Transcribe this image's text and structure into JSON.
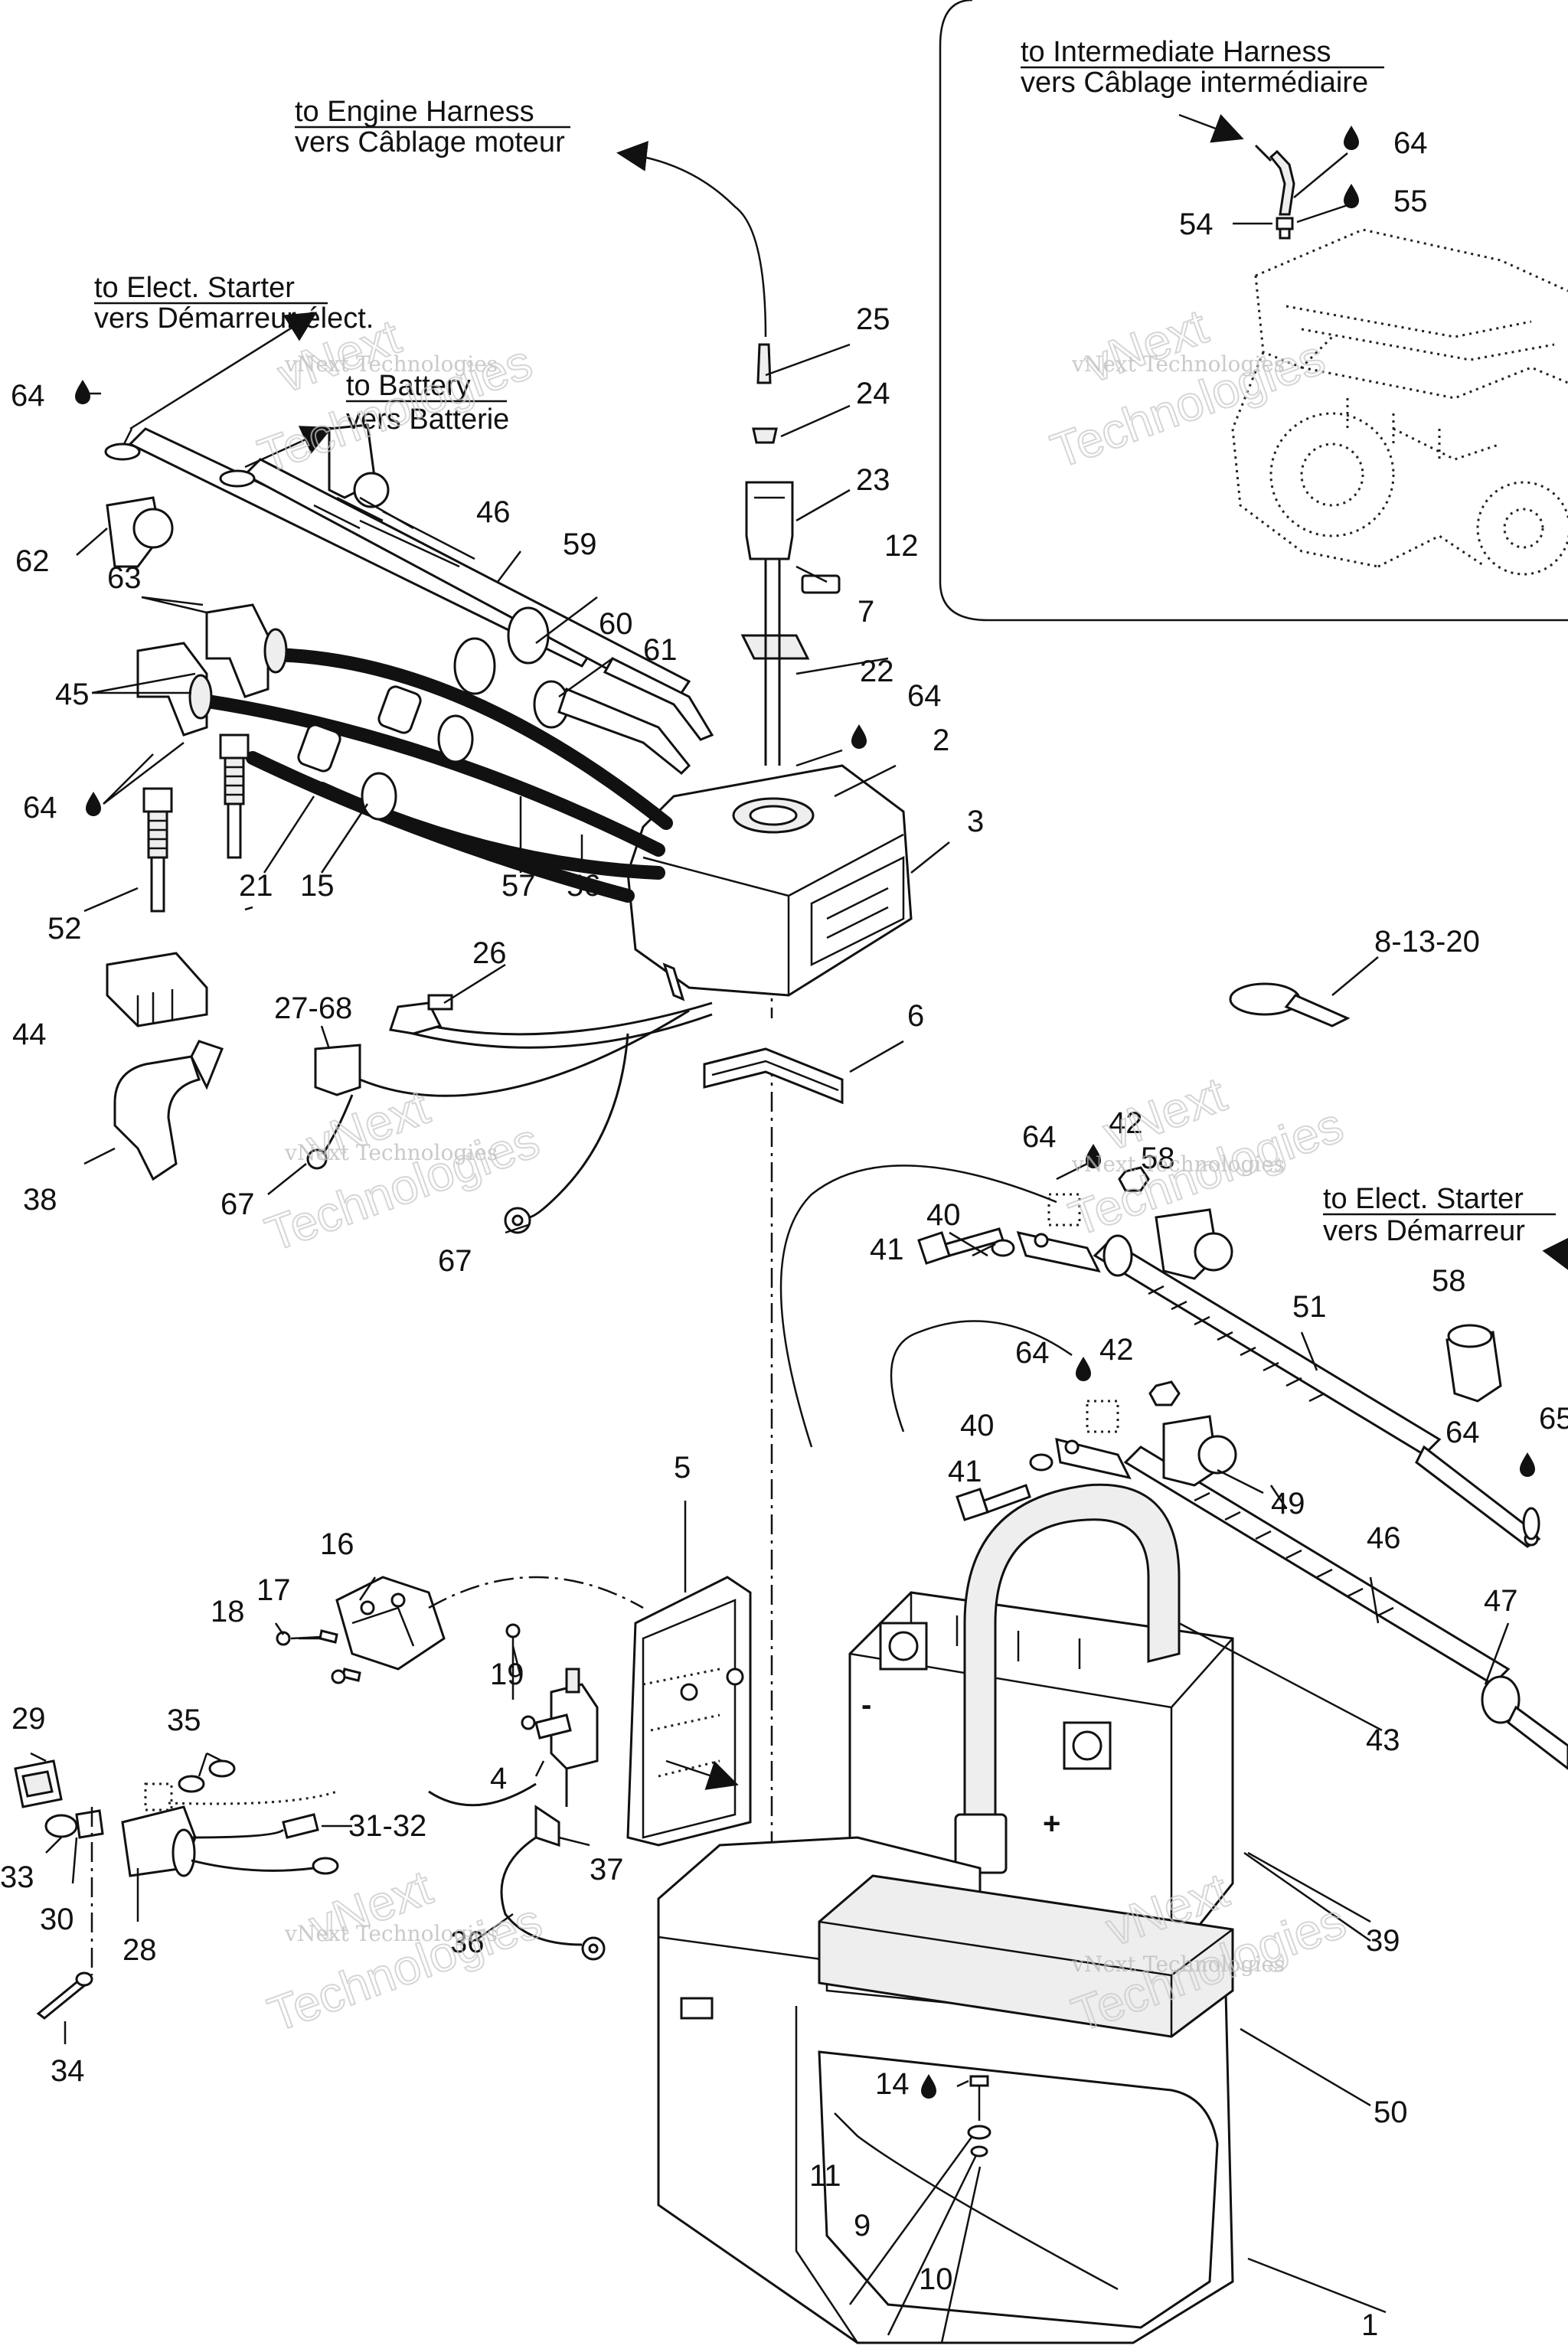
{
  "notes": {
    "engine_en": "to Engine Harness",
    "engine_fr": "vers Câblage moteur",
    "inter_en": "to Intermediate Harness",
    "inter_fr": "vers Câblage intermédiaire",
    "starter_en": "to Elect. Starter",
    "starter_fr": "vers Démarreur élect.",
    "battery_en": "to Battery",
    "battery_fr": "vers Batterie",
    "starter2_en": "to Elect. Starter",
    "starter2_fr": "vers Démarreur"
  },
  "watermark": {
    "small": "vNext Technologies",
    "big_a": "vNext",
    "big_b": "Technologies"
  },
  "callouts": [
    {
      "id": "c64a",
      "text": "64"
    },
    {
      "id": "c55",
      "text": "55"
    },
    {
      "id": "c54",
      "text": "54"
    },
    {
      "id": "c25",
      "text": "25"
    },
    {
      "id": "c24",
      "text": "24"
    },
    {
      "id": "c23",
      "text": "23"
    },
    {
      "id": "c12",
      "text": "12"
    },
    {
      "id": "c7",
      "text": "7"
    },
    {
      "id": "c22",
      "text": "22"
    },
    {
      "id": "c64b",
      "text": "64"
    },
    {
      "id": "c2",
      "text": "2"
    },
    {
      "id": "c3",
      "text": "3"
    },
    {
      "id": "c64c",
      "text": "64"
    },
    {
      "id": "c62",
      "text": "62"
    },
    {
      "id": "c46a",
      "text": "46"
    },
    {
      "id": "c59",
      "text": "59"
    },
    {
      "id": "c63",
      "text": "63"
    },
    {
      "id": "c60",
      "text": "60"
    },
    {
      "id": "c61",
      "text": "61"
    },
    {
      "id": "c45",
      "text": "45"
    },
    {
      "id": "c64d",
      "text": "64"
    },
    {
      "id": "c21",
      "text": "21"
    },
    {
      "id": "c15",
      "text": "15"
    },
    {
      "id": "c57",
      "text": "57"
    },
    {
      "id": "c56",
      "text": "56"
    },
    {
      "id": "c52",
      "text": "52"
    },
    {
      "id": "c26",
      "text": "26"
    },
    {
      "id": "c2768",
      "text": "27-68"
    },
    {
      "id": "c44",
      "text": "44"
    },
    {
      "id": "c6",
      "text": "6"
    },
    {
      "id": "c81320",
      "text": "8-13-20"
    },
    {
      "id": "c38",
      "text": "38"
    },
    {
      "id": "c67a",
      "text": "67"
    },
    {
      "id": "c67b",
      "text": "67"
    },
    {
      "id": "c64e",
      "text": "64"
    },
    {
      "id": "c42a",
      "text": "42"
    },
    {
      "id": "c58a",
      "text": "58"
    },
    {
      "id": "c40a",
      "text": "40"
    },
    {
      "id": "c41a",
      "text": "41"
    },
    {
      "id": "c51",
      "text": "51"
    },
    {
      "id": "c58b",
      "text": "58"
    },
    {
      "id": "c64f",
      "text": "64"
    },
    {
      "id": "c42b",
      "text": "42"
    },
    {
      "id": "c40b",
      "text": "40"
    },
    {
      "id": "c41b",
      "text": "41"
    },
    {
      "id": "c49",
      "text": "49"
    },
    {
      "id": "c64g",
      "text": "64"
    },
    {
      "id": "c65",
      "text": "65"
    },
    {
      "id": "c46b",
      "text": "46"
    },
    {
      "id": "c47",
      "text": "47"
    },
    {
      "id": "c5",
      "text": "5"
    },
    {
      "id": "c16",
      "text": "16"
    },
    {
      "id": "c17",
      "text": "17"
    },
    {
      "id": "c18",
      "text": "18"
    },
    {
      "id": "c19",
      "text": "19"
    },
    {
      "id": "c4",
      "text": "4"
    },
    {
      "id": "c43",
      "text": "43"
    },
    {
      "id": "c29",
      "text": "29"
    },
    {
      "id": "c35",
      "text": "35"
    },
    {
      "id": "c3132",
      "text": "31-32"
    },
    {
      "id": "c33",
      "text": "33"
    },
    {
      "id": "c30",
      "text": "30"
    },
    {
      "id": "c28",
      "text": "28"
    },
    {
      "id": "c37",
      "text": "37"
    },
    {
      "id": "c36",
      "text": "36"
    },
    {
      "id": "c39",
      "text": "39"
    },
    {
      "id": "c34",
      "text": "34"
    },
    {
      "id": "c14",
      "text": "14"
    },
    {
      "id": "c50",
      "text": "50"
    },
    {
      "id": "c11",
      "text": "11"
    },
    {
      "id": "c9",
      "text": "9"
    },
    {
      "id": "c10",
      "text": "10"
    },
    {
      "id": "c1",
      "text": "1"
    }
  ],
  "battery_marks": {
    "minus": "-",
    "plus": "+"
  }
}
